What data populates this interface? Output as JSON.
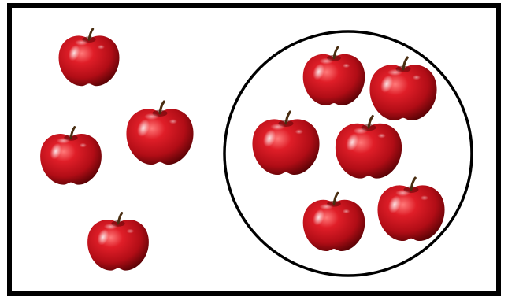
{
  "scene": {
    "description_free": true,
    "apples_outside_circle_count": 4,
    "apples_inside_circle_count": 6,
    "colors": {
      "frame": "#000000",
      "circle": "#000000",
      "apple_red": "#c8101c",
      "apple_dark": "#6e0508",
      "apple_highlight": "#ff8a8a",
      "stem": "#5a3a1a",
      "background": "#ffffff"
    },
    "icons": {
      "apple": "apple-icon",
      "group_circle": "group-circle"
    }
  }
}
